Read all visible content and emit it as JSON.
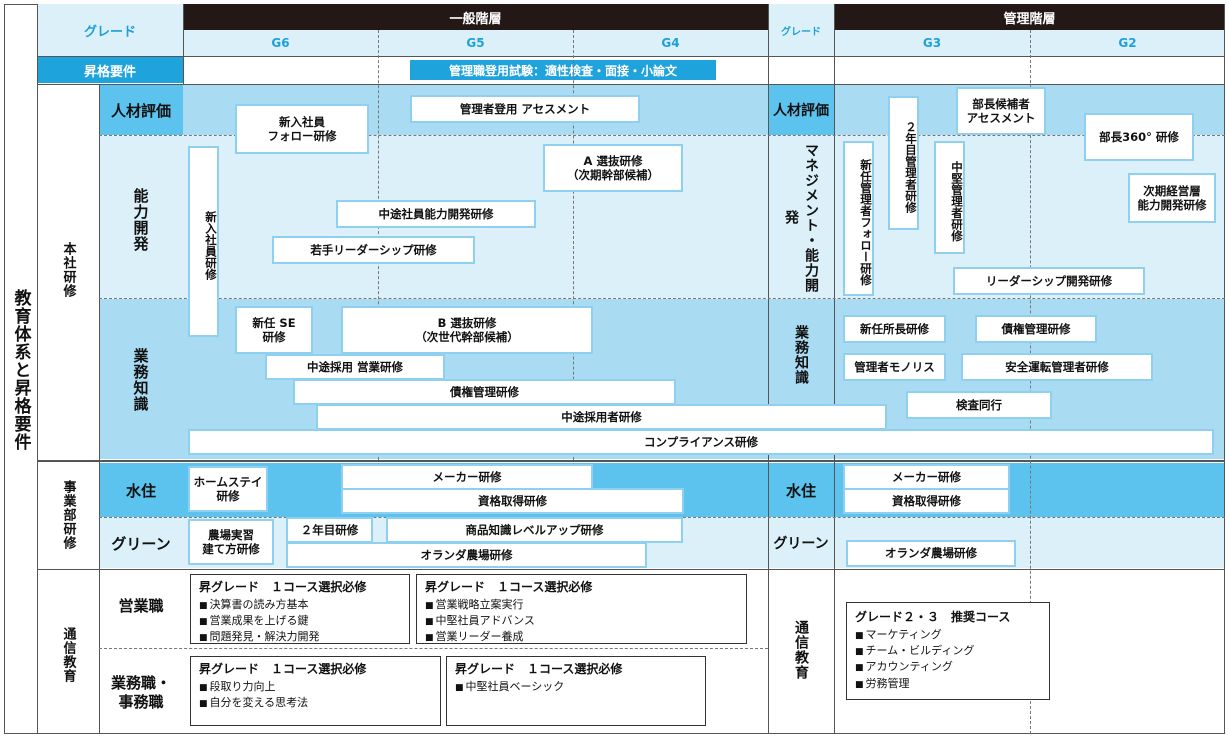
{
  "title": "教育体系と昇格要件",
  "header": {
    "grade_label_left": "グレード",
    "grade_label_right": "グレード",
    "general_tier": "一般階層",
    "management_tier": "管理階層",
    "grades": [
      "G6",
      "G5",
      "G4",
      "G3",
      "G2"
    ],
    "promotion_requirement": "昇格要件",
    "promotion_exam": "管理職登用試験：適性検査・面接・小論文"
  },
  "sections": {
    "honsha": "本社研修",
    "jigyobu": "事業部研修",
    "tsushin": "通信教育",
    "tsushin_right": "通信教育"
  },
  "rows": {
    "jinzai_left": "人材評価",
    "noryoku": "能力開発",
    "gyomu_left": "業務知識",
    "suiju_left": "水住",
    "green_left": "グリーン",
    "eigyo": "営業職",
    "gyomu_jimu": "業務職・事務職",
    "jinzai_right": "人材評価",
    "management_dev": "マネジメント・能力開発",
    "gyomu_right": "業務知識",
    "suiju_right": "水住",
    "green_right": "グリーン"
  },
  "programs": {
    "new_hire_follow": "新入社員\nフォロー研修",
    "manager_assessment": "管理者登用 アセスメント",
    "a_selection": "A 選抜研修\n（次期幹部候補）",
    "new_hire": "新入社員研修",
    "midcareer_dev": "中途社員能力開発研修",
    "young_leadership": "若手リーダーシップ研修",
    "new_se": "新任 SE\n研修",
    "b_selection": "B 選抜研修\n（次世代幹部候補）",
    "midcareer_sales": "中途採用 営業研修",
    "debt_mgmt": "債権管理研修",
    "midcareer_hire": "中途採用者研修",
    "compliance": "コンプライアンス研修",
    "homestay": "ホームステイ\n研修",
    "maker_left": "メーカー研修",
    "qualification_left": "資格取得研修",
    "farm_training": "農場実習\n建て方研修",
    "second_year": "２年目研修",
    "product_knowledge": "商品知識レベルアップ研修",
    "holland_left": "オランダ農場研修",
    "dept_head_assessment": "部長候補者\nアセスメント",
    "dept_head_360": "部長360° 研修",
    "new_mgr_follow": "新任管理者フォロー研修",
    "second_year_mgr": "２年目管理者研修",
    "mid_mgr": "中堅管理者研修",
    "next_exec": "次期経営層\n能力開発研修",
    "leadership_dev": "リーダーシップ開発研修",
    "new_branch_head": "新任所長研修",
    "debt_mgmt_right": "債権管理研修",
    "mgr_monolith": "管理者モノリス",
    "safe_driving": "安全運転管理者研修",
    "inspection": "検査同行",
    "maker_right": "メーカー研修",
    "qualification_right": "資格取得研修",
    "holland_right": "オランダ農場研修"
  },
  "correspondence": {
    "sales_a": {
      "title": "昇グレード　１コース選択必修",
      "items": [
        "決算書の読み方基本",
        "営業成果を上げる鍵",
        "問題発見・解決力開発"
      ]
    },
    "sales_b": {
      "title": "昇グレード　１コース選択必修",
      "items": [
        "営業戦略立案実行",
        "中堅社員アドバンス",
        "営業リーダー養成"
      ]
    },
    "office_a": {
      "title": "昇グレード　１コース選択必修",
      "items": [
        "段取り力向上",
        "自分を変える思考法"
      ]
    },
    "office_b": {
      "title": "昇グレード　１コース選択必修",
      "items": [
        "中堅社員ベーシック"
      ]
    },
    "mgmt": {
      "title": "グレード２・３　推奨コース",
      "items": [
        "マーケティング",
        "チーム・ビルディング",
        "アカウンティング",
        "労務管理"
      ]
    }
  },
  "colors": {
    "light": "#dcf0fa",
    "mid": "#a9dcf3",
    "dark": "#5cc3ee",
    "border": "#8fd0f0",
    "accent": "#1f9fd9",
    "header": "#231815"
  }
}
